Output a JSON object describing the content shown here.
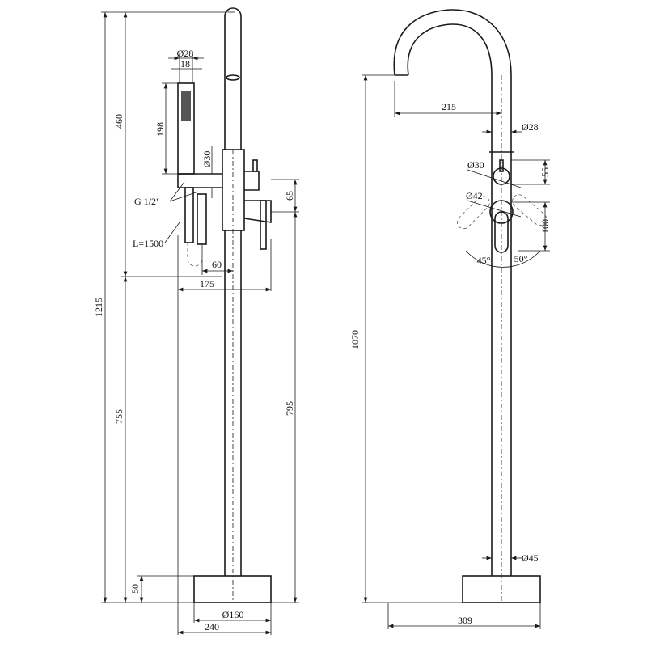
{
  "left_view": {
    "dim_total_height": "1215",
    "dim_upper": "460",
    "dim_lower": "755",
    "dim_base_height": "50",
    "dim_shower_dia": "Ø28",
    "dim_shower_inner": "18",
    "dim_shower_length": "198",
    "dim_holder_dia": "Ø30",
    "dim_thread": "G 1/2\"",
    "dim_hose_length": "L=1500",
    "dim_lever_offset": "65",
    "dim_hose_offset": "60",
    "dim_reach": "175",
    "dim_body_height": "795",
    "dim_base_dia": "Ø160",
    "dim_base_width": "240"
  },
  "right_view": {
    "dim_spout_height": "1070",
    "dim_spout_reach": "215",
    "dim_spout_dia": "Ø28",
    "dim_knob_dia": "Ø30",
    "dim_lever_dia": "Ø42",
    "dim_knob_spacing": "55",
    "dim_lever_spacing": "100",
    "angle_left": "45°",
    "angle_right": "50°",
    "dim_pipe_dia": "Ø45",
    "dim_total_depth": "309"
  }
}
